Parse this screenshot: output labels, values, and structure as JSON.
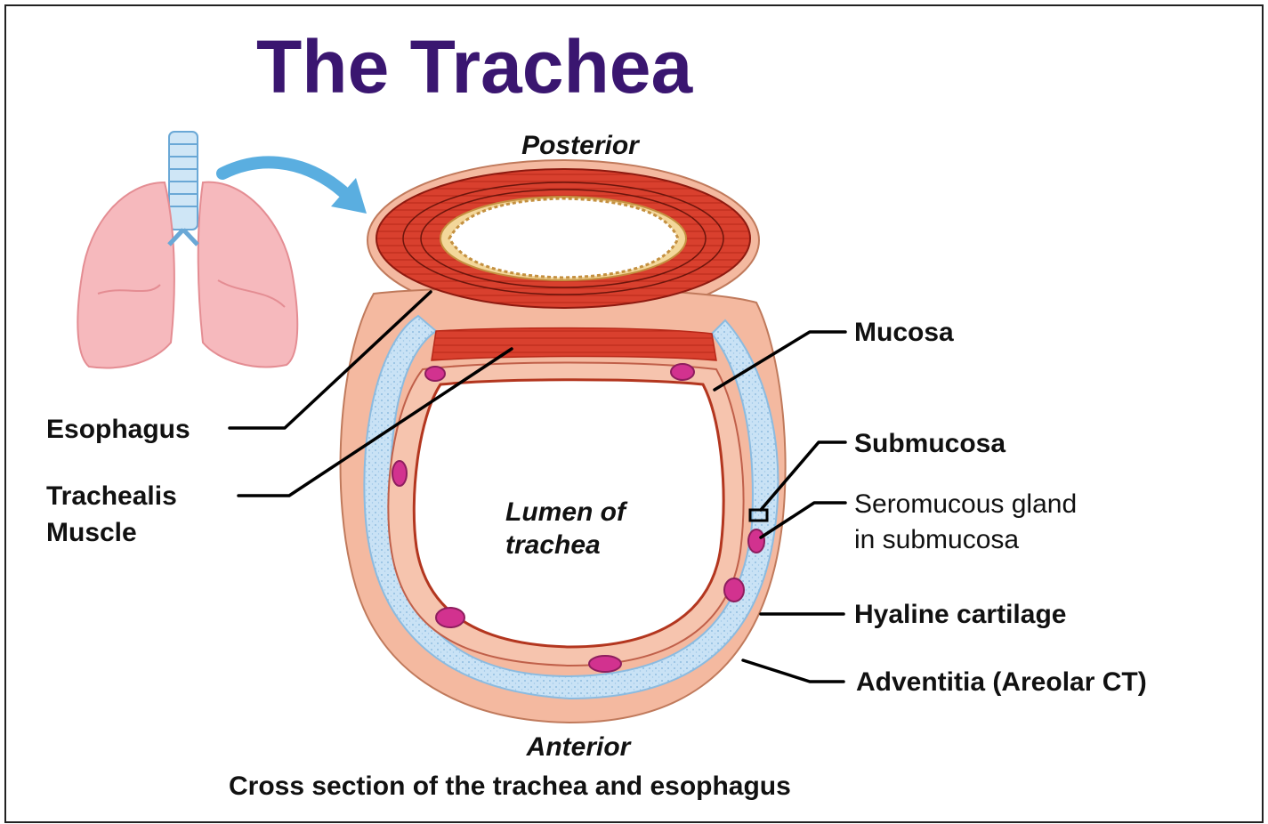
{
  "title": "The Trachea",
  "orientation": {
    "posterior": "Posterior",
    "anterior": "Anterior"
  },
  "lumen": {
    "line1": "Lumen of",
    "line2": "trachea"
  },
  "labels_left": {
    "esophagus": "Esophagus",
    "trachealis_line1": "Trachealis",
    "trachealis_line2": "Muscle"
  },
  "labels_right": {
    "mucosa": "Mucosa",
    "submucosa": "Submucosa",
    "seromucous_line1": "Seromucous gland",
    "seromucous_line2": "in submucosa",
    "hyaline": "Hyaline cartilage",
    "adventitia": "Adventitia (Areolar CT)"
  },
  "caption": "Cross section of the trachea and esophagus",
  "colors": {
    "title": "#3a1670",
    "esophagus_muscle": "#d63a2a",
    "esophagus_mucosa": "#f3d79a",
    "cartilage": "#c7e0f4",
    "tissue": "#f4b9a0",
    "gland": "#d2328f",
    "lung": "#f6b9bd",
    "arrow": "#5aaee0"
  },
  "icons": {
    "lungs": "lungs-icon",
    "arrow": "curved-arrow-icon"
  }
}
